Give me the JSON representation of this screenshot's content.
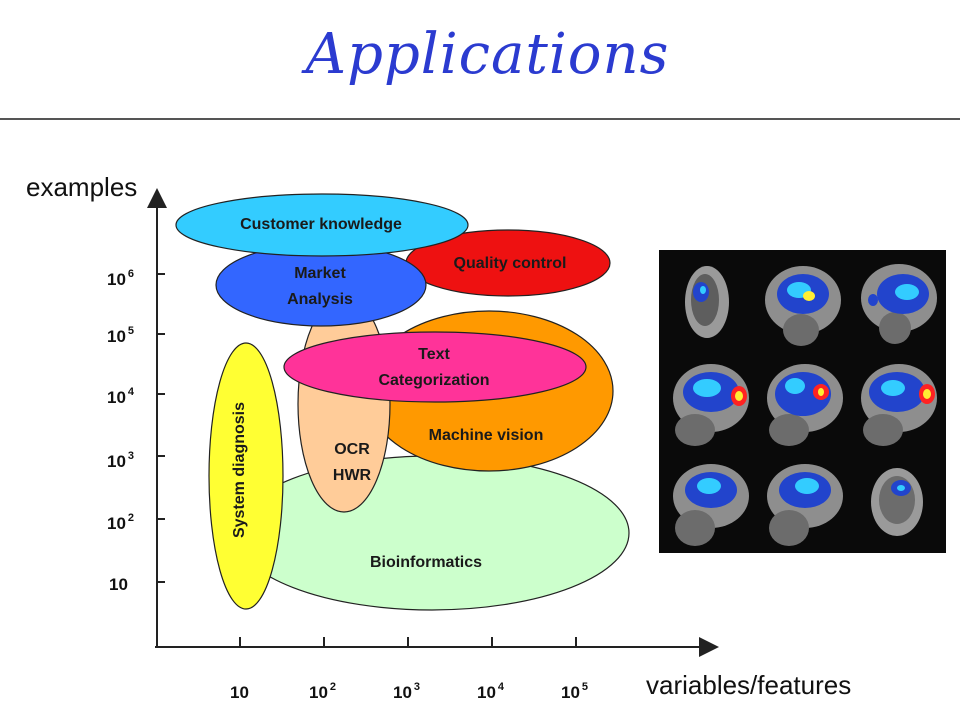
{
  "slide": {
    "title": "Applications"
  },
  "axes": {
    "y_title": "examples",
    "x_title": "variables/features",
    "y_ticks": [
      {
        "base": "10",
        "exp": ""
      },
      {
        "base": "10",
        "exp": "2"
      },
      {
        "base": "10",
        "exp": "3"
      },
      {
        "base": "10",
        "exp": "4"
      },
      {
        "base": "10",
        "exp": "5"
      },
      {
        "base": "10",
        "exp": "6"
      }
    ],
    "x_ticks": [
      {
        "base": "10",
        "exp": ""
      },
      {
        "base": "10",
        "exp": "2"
      },
      {
        "base": "10",
        "exp": "3"
      },
      {
        "base": "10",
        "exp": "4"
      },
      {
        "base": "10",
        "exp": "5"
      }
    ]
  },
  "regions": [
    {
      "id": "bioinformatics",
      "text": "Bioinformatics",
      "color": "#ccffcc"
    },
    {
      "id": "machine-vision",
      "text": "Machine vision",
      "color": "#ff9900"
    },
    {
      "id": "ocr-hwr",
      "line1": "OCR",
      "line2": "HWR",
      "color": "#ffcc99"
    },
    {
      "id": "system-diagnosis",
      "text": "System diagnosis",
      "color": "#ffff33"
    },
    {
      "id": "text-categorization",
      "line1": "Text",
      "line2": "Categorization",
      "color": "#ff3399"
    },
    {
      "id": "quality-control",
      "text": "Quality control",
      "color": "#ee1111"
    },
    {
      "id": "market-analysis",
      "line1": "Market",
      "line2": "Analysis",
      "color": "#3366ff"
    },
    {
      "id": "customer-knowledge",
      "text": "Customer knowledge",
      "color": "#33ccff"
    }
  ]
}
